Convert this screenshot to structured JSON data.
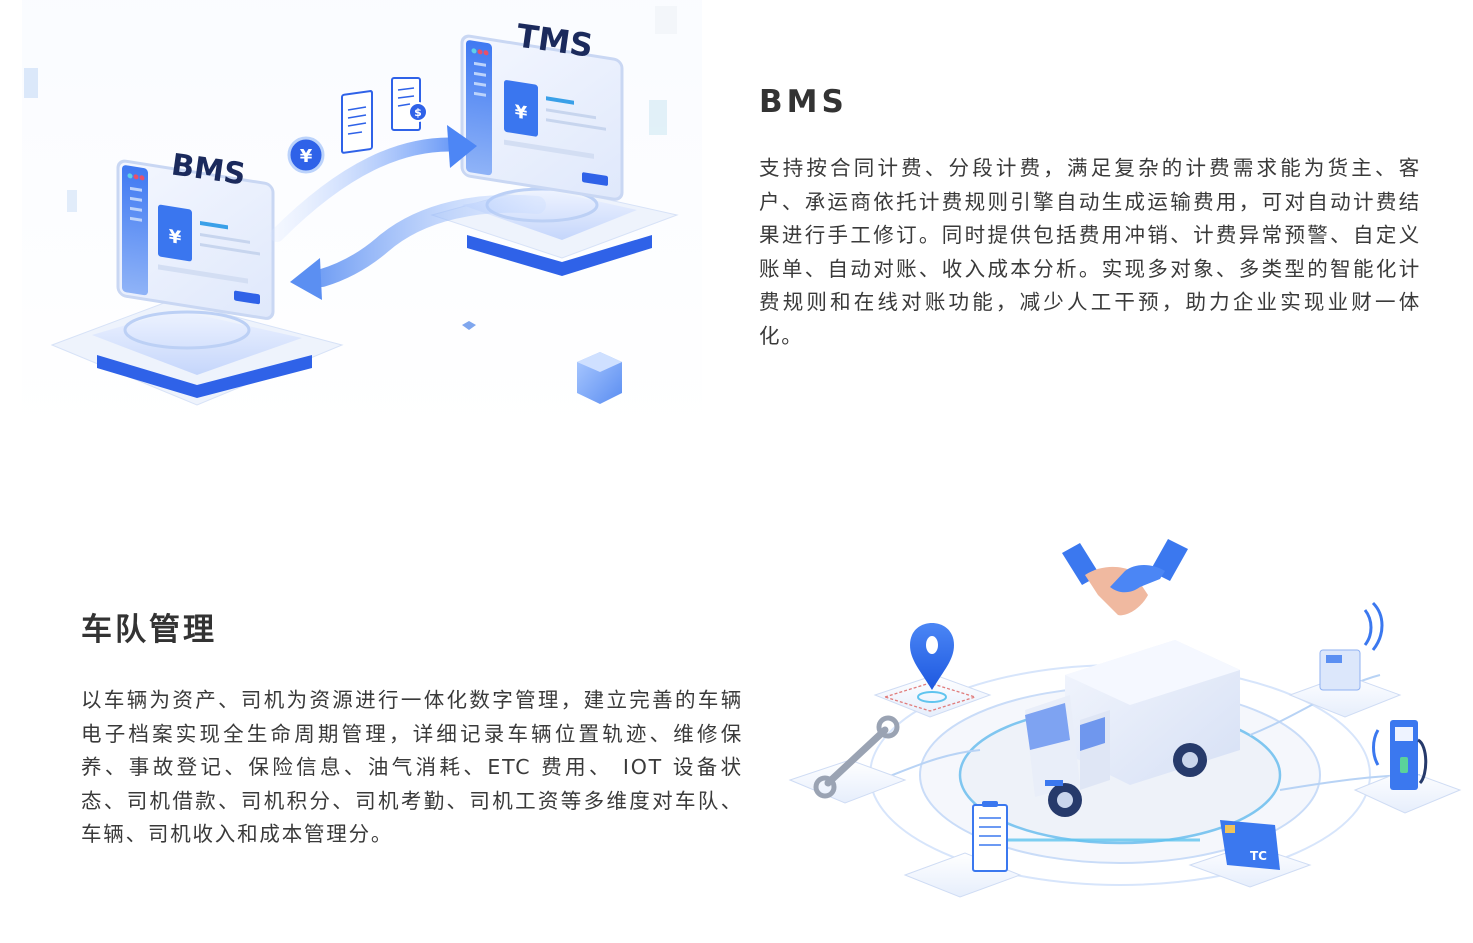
{
  "sections": {
    "bms": {
      "title": "BMS",
      "body": "支持按合同计费、分段计费，满足复杂的计费需求能为货主、客户、承运商依托计费规则引擎自动生成运输费用，可对自动计费结果进行手工修订。同时提供包括费用冲销、计费异常预警、自定义账单、自动对账、收入成本分析。实现多对象、多类型的智能化计费规则和在线对账功能，减少人工干预，助力企业实现业财一体化。",
      "illustration": {
        "left_monitor_label": "BMS",
        "right_monitor_label": "TMS",
        "icons": [
          "yen-coin-icon",
          "document-icon",
          "invoice-dollar-icon",
          "sync-arrows-icon"
        ]
      }
    },
    "fleet": {
      "title": "车队管理",
      "body": "以车辆为资产、司机为资源进行一体化数字管理，建立完善的车辆电子档案实现全生命周期管理，详细记录车辆位置轨迹、维修保养、事故登记、保险信息、油气消耗、ETC 费用、 IOT 设备状态、司机借款、司机积分、司机考勤、司机工资等多维度对车队、车辆、司机收入和成本管理分。",
      "illustration": {
        "card_label": "TC",
        "icons": [
          "handshake-icon",
          "location-pin-icon",
          "wrench-icon",
          "clipboard-icon",
          "truck-icon",
          "etc-card-icon",
          "fuel-pump-icon",
          "iot-device-icon"
        ]
      }
    }
  },
  "colors": {
    "text": "#333333",
    "accent_blue": "#2f6bf0",
    "light_blue": "#cfe0ff",
    "navy": "#1b2a5c"
  }
}
